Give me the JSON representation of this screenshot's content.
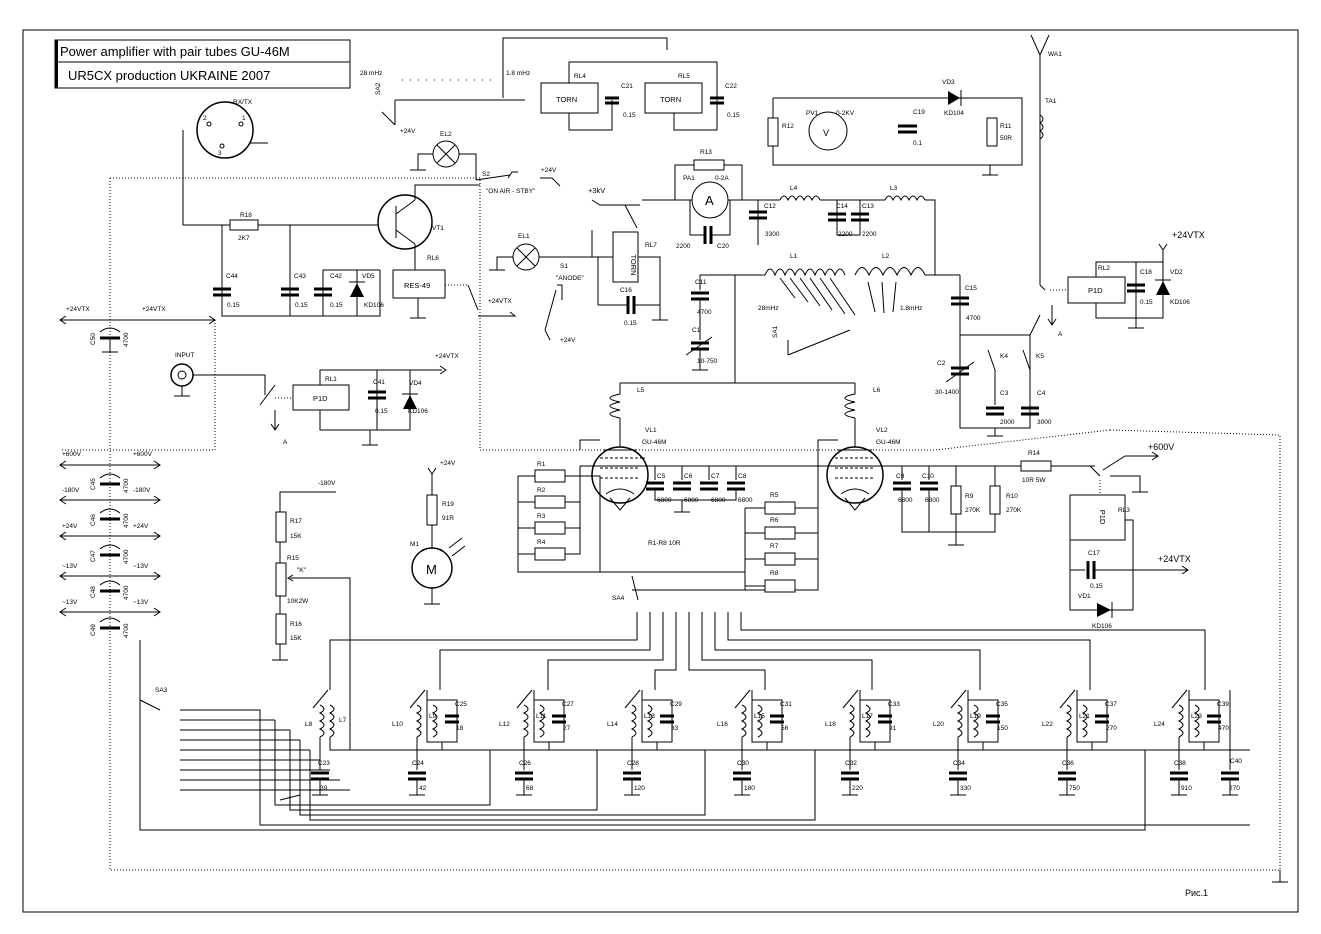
{
  "title_block": {
    "line1": "Power amplifier with pair tubes GU-46M",
    "line2": "UR5CX production  UKRAINE 2007"
  },
  "figure_label": "Рис.1",
  "connectors": {
    "rxtx": "RX/TX",
    "input": "INPUT",
    "antenna": "WA1",
    "transformer": "TA1"
  },
  "relays": {
    "rl1": "RL1",
    "rl1_type": "P1D",
    "rl2": "RL2",
    "rl2_type": "P1D",
    "rl3": "RL3",
    "rl3_type": "P1D",
    "rl4": "RL4",
    "rl4_type": "TORN",
    "rl5": "RL5",
    "rl5_type": "TORN",
    "rl6": "RL6",
    "rl6_type": "RES-49",
    "rl7": "RL7",
    "rl7_type": "TORN"
  },
  "tubes": {
    "vl1": "VL1",
    "vl2": "VL2",
    "type": "GU-46M"
  },
  "transistor": "VT1",
  "lamps": {
    "el1": "EL1",
    "el2": "EL2"
  },
  "switches": {
    "s1": "S1",
    "s1_label": "\"ANODE\"",
    "s2": "S2",
    "s2_label": "\"ON AIR - STBY\"",
    "sa1": "SA1",
    "sa2": "SA2",
    "sa3": "SA3",
    "sa4": "SA4",
    "k4": "K4",
    "k5": "K5"
  },
  "meters": {
    "pa1": "PA1",
    "pa1_range": "0-2A",
    "pa1_symbol": "A",
    "pv1": "PV1",
    "pv1_range": "0-2KV",
    "pv1_symbol": "V"
  },
  "motor": {
    "ref": "M1",
    "symbol": "M"
  },
  "voltages": {
    "v24": "+24V",
    "v24vtx": "+24VTX",
    "v3kv": "+3kV",
    "v600": "+600V",
    "vm180": "-180V",
    "vm13": "~13V",
    "ground_ref": "A"
  },
  "band_labels": {
    "b28": "28 mHz",
    "b18": "1.8 mHz",
    "b28b": "28mHz",
    "b18b": "1.8mHz"
  },
  "resistors": {
    "r1": "R1",
    "r2": "R2",
    "r3": "R3",
    "r4": "R4",
    "r5": "R5",
    "r6": "R6",
    "r7": "R7",
    "r8": "R8",
    "r_group": "R1-R8  10R",
    "r9": "R9",
    "r9_val": "270K",
    "r10": "R10",
    "r10_val": "270K",
    "r11": "R11",
    "r11_val": "50R",
    "r12": "R12",
    "r13": "R13",
    "r14": "R14",
    "r14_val": "10R 5W",
    "r15": "R15",
    "r15_val": "10K2W",
    "r15_tap": "\"K\"",
    "r16": "R16",
    "r16_val": "15K",
    "r17": "R17",
    "r17_val": "15K",
    "r18": "R18",
    "r18_val": "2K7",
    "r19": "R19",
    "r19_val": "91R"
  },
  "diodes": {
    "vd1": "VD1",
    "vd2": "VD2",
    "vd3": "VD3",
    "vd4": "VD4",
    "vd5": "VD5",
    "type": "KD106",
    "vd3_type": "KD104"
  },
  "caps": {
    "c1": "C1",
    "c1_val": "10-750",
    "c2": "C2",
    "c2_val": "30-1400",
    "c3": "C3",
    "c3_val": "2000",
    "c4": "C4",
    "c4_val": "3000",
    "c5": "C5",
    "c6": "C6",
    "c7": "C7",
    "c8": "C8",
    "c9": "C9",
    "c10": "C10",
    "c6800": "6800",
    "c11": "C11",
    "c11_val": "4700",
    "c12": "C12",
    "c12_val": "3300",
    "c13": "C13",
    "c14": "C14",
    "c2200": "2200",
    "c15": "C15",
    "c15_val": "4700",
    "c16": "C16",
    "c17": "C17",
    "c18": "C18",
    "c41": "C41",
    "c42": "C42",
    "c43": "C43",
    "c44": "C44",
    "c015": "0.15",
    "c19": "C19",
    "c19_val": "0.1",
    "c20": "C20",
    "c21": "C21",
    "c22": "C22",
    "c45": "C45",
    "c46": "C46",
    "c47": "C47",
    "c48": "C48",
    "c49": "C49",
    "c50": "C50",
    "c4700": "4700",
    "pa_c1": "2200"
  },
  "inductors": {
    "l1": "L1",
    "l2": "L2",
    "l3": "L3",
    "l4": "L4",
    "l5": "L5",
    "l6": "L6",
    "l7": "L7",
    "l8": "L8"
  },
  "filters": [
    {
      "lt": "L10",
      "lp": "L9",
      "cp": "C25",
      "cpv": "18",
      "cg": "C24",
      "cgv": "42"
    },
    {
      "lt": "L12",
      "lp": "L11",
      "cp": "C27",
      "cpv": "27",
      "cg": "C26",
      "cgv": "68"
    },
    {
      "lt": "L14",
      "lp": "L13",
      "cp": "C29",
      "cpv": "33",
      "cg": "C28",
      "cgv": "120"
    },
    {
      "lt": "L16",
      "lp": "L15",
      "cp": "C31",
      "cpv": "56",
      "cg": "C30",
      "cgv": "180"
    },
    {
      "lt": "L18",
      "lp": "L17",
      "cp": "C33",
      "cpv": "91",
      "cg": "C32",
      "cgv": "220"
    },
    {
      "lt": "L20",
      "lp": "L19",
      "cp": "C35",
      "cpv": "150",
      "cg": "C34",
      "cgv": "330"
    },
    {
      "lt": "L22",
      "lp": "L21",
      "cp": "C37",
      "cpv": "270",
      "cg": "C36",
      "cgv": "750"
    },
    {
      "lt": "L24",
      "lp": "L23",
      "cp": "C39",
      "cpv": "470",
      "cg": "C38",
      "cgv": "910"
    }
  ],
  "filter_first": {
    "cg": "C23",
    "cgv": "39"
  },
  "filter_last": {
    "c": "C40",
    "cv": "270"
  }
}
